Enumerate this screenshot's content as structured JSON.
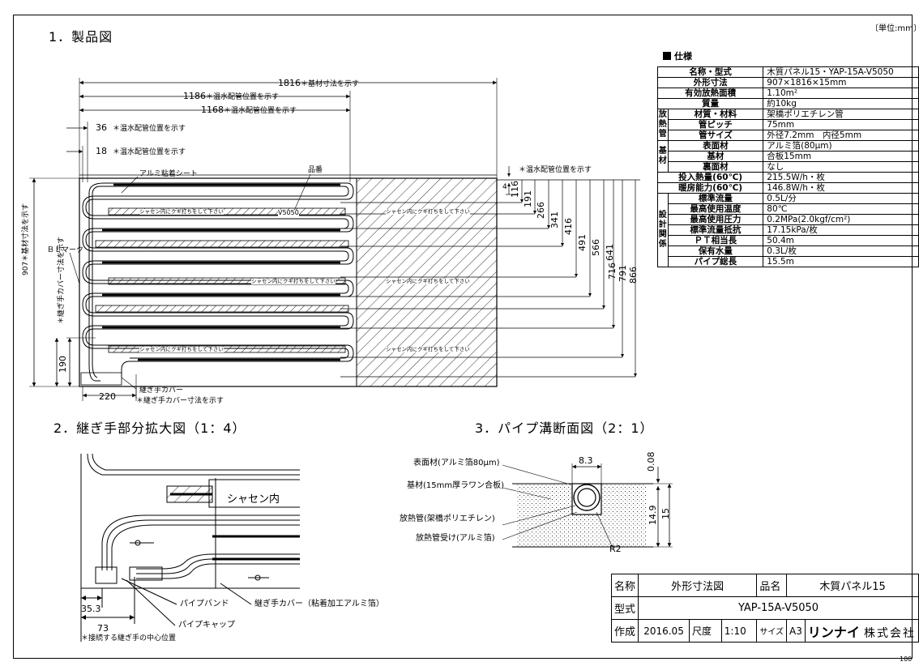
{
  "unit_note": "〔単位:mm〕",
  "sections": {
    "s1": "1．製品図",
    "s2": "2．継ぎ手部分拡大図（1：4）",
    "s3": "3．パイプ溝断面図（2：1）"
  },
  "spec": {
    "title": "仕様",
    "rows": [
      {
        "name": "名称・型式",
        "value": "木質パネル15・YAP-15A-V5050"
      },
      {
        "name": "外形寸法",
        "value": "907×1816×15mm"
      },
      {
        "name": "有効放熱面積",
        "value": "1.10m²"
      },
      {
        "name": "質量",
        "value": "約10kg"
      }
    ],
    "groups": [
      {
        "label": "放熱管",
        "rows": [
          {
            "name": "材質・材料",
            "value": "架橋ポリエチレン管"
          },
          {
            "name": "管ピッチ",
            "value": "75mm"
          },
          {
            "name": "管サイズ",
            "value": "外径7.2mm　内径5mm"
          }
        ]
      },
      {
        "label": "基材",
        "rows": [
          {
            "name": "表面材",
            "value": "アルミ箔(80μm)"
          },
          {
            "name": "基材",
            "value": "合板15mm"
          },
          {
            "name": "裏面材",
            "value": "なし"
          }
        ]
      }
    ],
    "rows2": [
      {
        "name": "投入熱量(60℃)",
        "value": "215.5W/h・枚"
      },
      {
        "name": "暖房能力(60℃)",
        "value": "146.8W/h・枚"
      }
    ],
    "group3": {
      "label": "設計関係",
      "rows": [
        {
          "name": "標準流量",
          "value": "0.5L/分"
        },
        {
          "name": "最高使用温度",
          "value": "80℃"
        },
        {
          "name": "最高使用圧力",
          "value": "0.2MPa(2.0kgf/cm²)"
        },
        {
          "name": "標準流量抵抗",
          "value": "17.15kPa/枚"
        },
        {
          "name": "ＰＴ相当長",
          "value": "50.4m"
        },
        {
          "name": "保有水量",
          "value": "0.3L/枚"
        },
        {
          "name": "パイプ総長",
          "value": "15.5m"
        }
      ]
    }
  },
  "drawing": {
    "dim_1816": "1816",
    "note_base": "＊基材寸法を示す",
    "dim_1186": "1186",
    "dim_1168": "1168",
    "note_pipe": "＊温水配管位置を示す",
    "dim_36": "36",
    "dim_18": "18",
    "label_sheet": "アルミ粘着シート",
    "label_hinban": "品番",
    "label_model": "V5050",
    "label_nail": "シャセン内にクギ打ちをして下さい",
    "label_bl": "ＢＬマーク",
    "dim_907": "907＊基材寸法を示す",
    "dim_cover": "＊継ぎ手カバー寸法を示す",
    "dim_190": "190",
    "dim_220": "220",
    "label_cover": "継ぎ手カバー",
    "label_cover_dim": "＊継ぎ手カバー寸法を示す",
    "dim_4": "4",
    "right_dims": [
      "116",
      "191",
      "266",
      "341",
      "416",
      "491",
      "566",
      "641",
      "716",
      "791",
      "866"
    ]
  },
  "detail": {
    "label_shasen": "シャセン内",
    "dim_353": "35.3",
    "dim_73": "73",
    "label_band": "パイプバンド",
    "label_joint_cover": "継ぎ手カバー（粘着加工アルミ箔）",
    "label_cap": "パイプキャップ",
    "note_center": "＊接続する継ぎ手の中心位置"
  },
  "section_view": {
    "dim_83": "8.3",
    "dim_008": "0.08",
    "dim_149": "14.9",
    "dim_15": "15",
    "label_surface": "表面材(アルミ箔80μm)",
    "label_base": "基材(15mm厚ラワン合板)",
    "label_tube": "放熱管(架橋ポリエチレン)",
    "label_holder": "放熱管受け(アルミ箔)",
    "label_r2": "R2"
  },
  "title_block": {
    "name_h": "名称",
    "name_v": "外形寸法図",
    "product_h": "品名",
    "product_v": "木質パネル15",
    "model_h": "型式",
    "model_v": "YAP-15A-V5050",
    "made_h": "作成",
    "date": "2016.05",
    "scale_h": "尺度",
    "scale_v": "1:10",
    "size_h": "サイズ",
    "size_v": "A3",
    "brand": "リンナイ",
    "company": "株式会社",
    "page": "100"
  },
  "colors": {
    "line": "#000000",
    "pipe": "#000000"
  }
}
